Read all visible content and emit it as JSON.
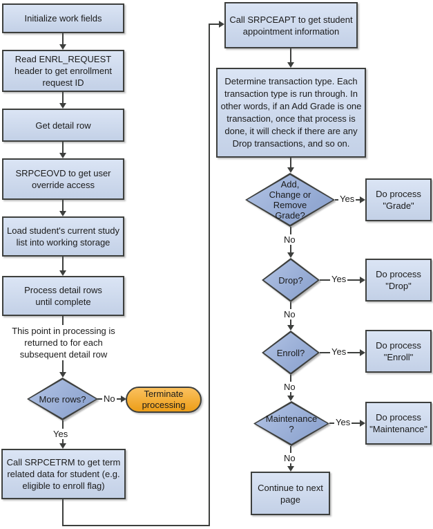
{
  "colors": {
    "box_fill": "#cbd9f0",
    "diamond_fill": "#8fa8d8",
    "terminator_fill": "#f9a619",
    "line": "#3d3f3d"
  },
  "nodes": {
    "init": {
      "label": "Initialize work fields"
    },
    "read_header": {
      "label": "Read ENRL_REQUEST\nheader to get enrollment\nrequest ID"
    },
    "get_detail": {
      "label": "Get detail row"
    },
    "srpceovd": {
      "label": "SRPCEOVD to get user\noverride access"
    },
    "load_study": {
      "label": "Load student's current study\nlist into working storage"
    },
    "process_detail": {
      "label": "Process detail rows\nuntil complete"
    },
    "return_note": {
      "label": "This point in processing is\nreturned to for each\nsubsequent detail row"
    },
    "more_rows": {
      "label": "More rows?"
    },
    "terminate": {
      "label": "Terminate\nprocessing"
    },
    "srpcetrm": {
      "label": "Call SRPCETRM to get term\nrelated data for student (e.g.\neligible to enroll flag)"
    },
    "srpceapt": {
      "label": "Call SRPCEAPT to get student\nappointment information"
    },
    "determine": {
      "label": "Determine transaction type. Each\ntransaction type is run through. In\nother words, if an Add Grade is one\ntransaction, once that process is\ndone, it will check if there are any\nDrop transactions, and so on."
    },
    "grade_q": {
      "label": "Add,\nChange or\nRemove\nGrade?"
    },
    "do_grade": {
      "label": "Do process\n\"Grade\""
    },
    "drop_q": {
      "label": "Drop?"
    },
    "do_drop": {
      "label": "Do process\n\"Drop\""
    },
    "enroll_q": {
      "label": "Enroll?"
    },
    "do_enroll": {
      "label": "Do process\n\"Enroll\""
    },
    "maint_q": {
      "label": "Maintenance\n?"
    },
    "do_maint": {
      "label": "Do process\n\"Maintenance\""
    },
    "continue_next": {
      "label": "Continue to next\npage"
    }
  },
  "edge_labels": {
    "yes": "Yes",
    "no": "No"
  }
}
